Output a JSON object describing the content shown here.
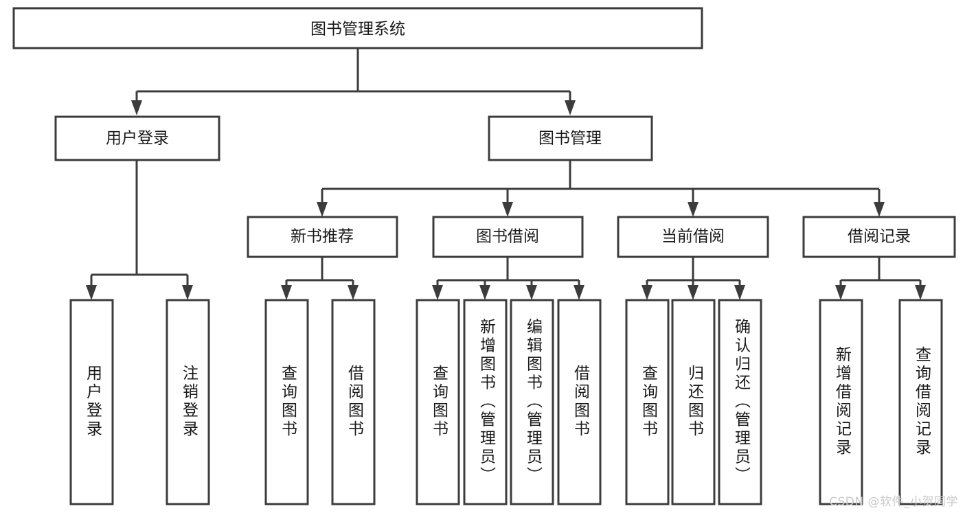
{
  "diagram": {
    "title": "图书管理系统",
    "type": "tree-hierarchy-chart",
    "watermark": "CSDN @软件_小贺同学",
    "colors": {
      "background": "#ffffff",
      "box_stroke": "#3c3c3c",
      "box_fill": "#ffffff",
      "text": "#1a1a1a",
      "watermark": "#c9c9c9"
    },
    "levels": {
      "level1": "root",
      "level2": "modules",
      "level3": "submodules",
      "level4": "functions"
    },
    "root": {
      "label": "图书管理系统"
    },
    "level2": [
      {
        "label": "用户登录"
      },
      {
        "label": "图书管理"
      }
    ],
    "level3": [
      {
        "label": "新书推荐"
      },
      {
        "label": "图书借阅"
      },
      {
        "label": "当前借阅"
      },
      {
        "label": "借阅记录"
      }
    ],
    "leaves": {
      "user_login": [
        {
          "label": "用户登录"
        },
        {
          "label": "注销登录"
        }
      ],
      "new_book_recommend": [
        {
          "label": "查询图书"
        },
        {
          "label": "借阅图书"
        }
      ],
      "book_borrow": [
        {
          "label": "查询图书"
        },
        {
          "label": "新增图书（管理员）"
        },
        {
          "label": "编辑图书（管理员）"
        },
        {
          "label": "借阅图书"
        }
      ],
      "current_borrow": [
        {
          "label": "查询图书"
        },
        {
          "label": "归还图书"
        },
        {
          "label": "确认归还（管理员）"
        }
      ],
      "borrow_record": [
        {
          "label": "新增借阅记录"
        },
        {
          "label": "查询借阅记录"
        }
      ]
    }
  }
}
